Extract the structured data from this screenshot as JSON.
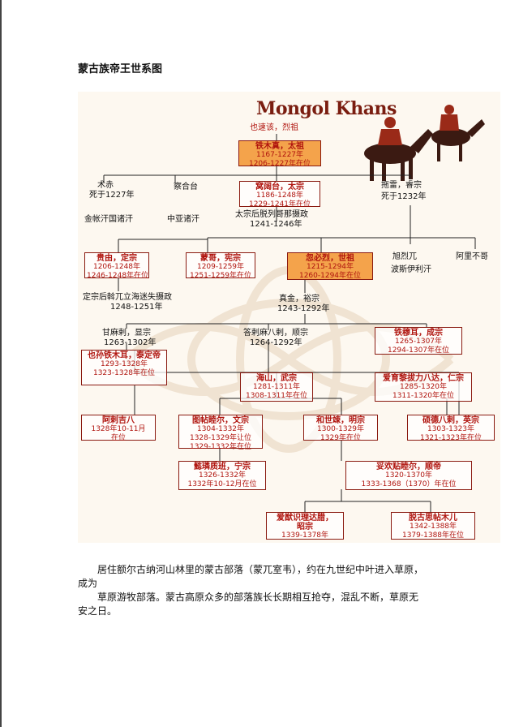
{
  "document": {
    "title": "蒙古族帝王世系图",
    "paragraph_lines": [
      "居住额尔古纳河山林里的蒙古部落（蒙兀室韦），约在九世纪中叶进入草原，",
      "成为",
      "草原游牧部落。蒙古高原众多的部落族长长期相互抢夺，混乱不断，草原无",
      "安之日。"
    ]
  },
  "chart": {
    "title": "Mongol Khans",
    "root_label": "也速该，烈祖",
    "boxes": {
      "temujin": [
        "铁木真，太祖",
        "1167-1227年",
        "1206-1227年在位"
      ],
      "ogedei": [
        "窝阔台，太宗",
        "1186-1248年",
        "1229-1241年在位"
      ],
      "guyuk": [
        "贵由，定宗",
        "1206-1248年",
        "1246-1248年在位"
      ],
      "mongke": [
        "蒙哥，宪宗",
        "1209-1259年",
        "1251-1259年在位"
      ],
      "kublai": [
        "忽必烈，世祖",
        "1215-1294年",
        "1260-1294年在位"
      ],
      "temur": [
        "铁穆耳，成宗",
        "1265-1307年",
        "1294-1307年在位"
      ],
      "yesun": [
        "也孙铁木耳，泰定帝",
        "1293-1328年",
        "1323-1328年在位"
      ],
      "khaishan": [
        "海山，武宗",
        "1281-1311年",
        "1308-1311年在位"
      ],
      "ayurbarwada": [
        "爱育黎拔力八达，仁宗",
        "1285-1320年",
        "1311-1320年在位"
      ],
      "ragibagh": [
        "阿剌吉八",
        "1328年10-11月",
        "在位"
      ],
      "tugh": [
        "图帖睦尔，文宗",
        "1304-1332年",
        "1328-1329年让位",
        "1329-1332年在位"
      ],
      "kusala": [
        "和世竦，明宗",
        "1300-1329年",
        "1329年在位"
      ],
      "shidebala": [
        "硕德八剌，英宗",
        "1303-1323年",
        "1321-1323年在位"
      ],
      "rinchinbal": [
        "懿璘质班，宁宗",
        "1326-1332年",
        "1332年10-12月在位"
      ],
      "toghon": [
        "妥欢贴睦尔，顺帝",
        "1320-1370年",
        "1333-1368（1370）年在位"
      ],
      "ayushiridara": [
        "爱猷识理达腊，",
        "昭宗",
        "1339-1378年"
      ],
      "toghus": [
        "脱古思帖木儿",
        "1342-1388年",
        "1379-1388年在位"
      ]
    },
    "texts": {
      "jochi": [
        "术赤",
        "死于1227年"
      ],
      "golden": "金帐汗国诸汗",
      "chagatai": "察合台",
      "central": "中亚诸汗",
      "tolui": [
        "拖雷，睿宗",
        "死于1232年"
      ],
      "regent1": [
        "太宗后脱列哥那摄政",
        "1241-1246年"
      ],
      "hulagu": "旭烈兀",
      "ilkhan": "波斯伊利汗",
      "ariq": "阿里不哥",
      "regent2": [
        "定宗后斡兀立海迷失摄政",
        "1248-1251年"
      ],
      "zhenjin": [
        "真金，裕宗",
        "1243-1292年"
      ],
      "gammala": [
        "甘麻剌，显宗",
        "1263-1302年"
      ],
      "darmabala": [
        "答剌麻八剌，顺宗",
        "1264-1292年"
      ]
    }
  }
}
